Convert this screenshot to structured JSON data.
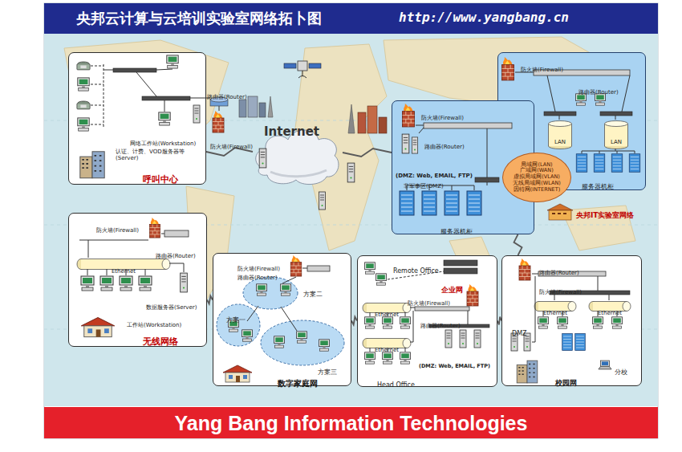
{
  "diagram": {
    "title": "央邦云计算与云培训实验室网络拓卜图",
    "caption": "Yang Bang Information Technologies",
    "nodes": [
      {
        "text": [
          "网络工作站(Workstation)",
          "认证、计费、VOD服务器等(Server)",
          "呼叫中心"
        ]
      },
      {
        "text": [
          "Internet"
        ]
      },
      {
        "text": [
          "防火墙(Firewall)",
          "路由器(Router)",
          "服务器机柜"
        ]
      },
      {
        "text": [
          "LAN"
        ],
        "in": 2
      },
      {
        "text": [
          "LAN"
        ],
        "in": 2
      },
      {
        "text": [
          "防火墙(Firewall)",
          "路由器(Router)",
          "(DMZ: Web, EMAIL, FTP)",
          "非军事区(DMZ)",
          "服务器机柜"
        ]
      },
      {
        "text": [
          "局域网(LAN) 广域网(WAN) 虚拟局域网(VLAN) 无线局域网(WLAN) 因特网(INTERNET)"
        ]
      },
      {
        "text": [
          "防火墙(Firewall)",
          "路由器(Router)",
          "数据服务器(Server)",
          "工作站(Workstation)",
          "无线网络"
        ]
      },
      {
        "text": [
          "Ethernet"
        ],
        "in": 7
      },
      {
        "text": [
          "防火墙(Firewall)",
          "路由器(Router)",
          "方案二",
          "方案一",
          "方案三",
          "数字家庭网"
        ]
      },
      {
        "text": [
          "Remote Office",
          "企业网",
          "防火墙(Firewall)",
          "路由器(Router)",
          "(DMZ: Web, EMAIL, FTP)",
          "Head Office"
        ]
      },
      {
        "text": [
          "Ethernet"
        ],
        "in": 10
      },
      {
        "text": [
          "Ethernet"
        ],
        "in": 10
      },
      {
        "text": [
          "路由器(Router)",
          "防火墙(Firewall)",
          "DMZ",
          "校园网",
          "分校"
        ]
      },
      {
        "text": [
          "Ethernet"
        ],
        "in": 13
      },
      {
        "text": [
          "Ethernet"
        ],
        "in": 13
      }
    ],
    "edges": [
      {
        "from": 0,
        "to": 1,
        "arrow": "none"
      },
      {
        "from": 1,
        "to": 5,
        "arrow": "none"
      },
      {
        "from": 5,
        "to": 13,
        "arrow": "none"
      },
      {
        "from": 7,
        "to": 9,
        "arrow": "none"
      },
      {
        "from": 9,
        "to": 10,
        "arrow": "none"
      },
      {
        "from": 10,
        "to": 13,
        "arrow": "none"
      }
    ],
    "labels": [
      "http://www.yangbang.cn",
      "路由器(Router)",
      "防火墙(Firewall)",
      "央邦IT实验室网络"
    ]
  }
}
